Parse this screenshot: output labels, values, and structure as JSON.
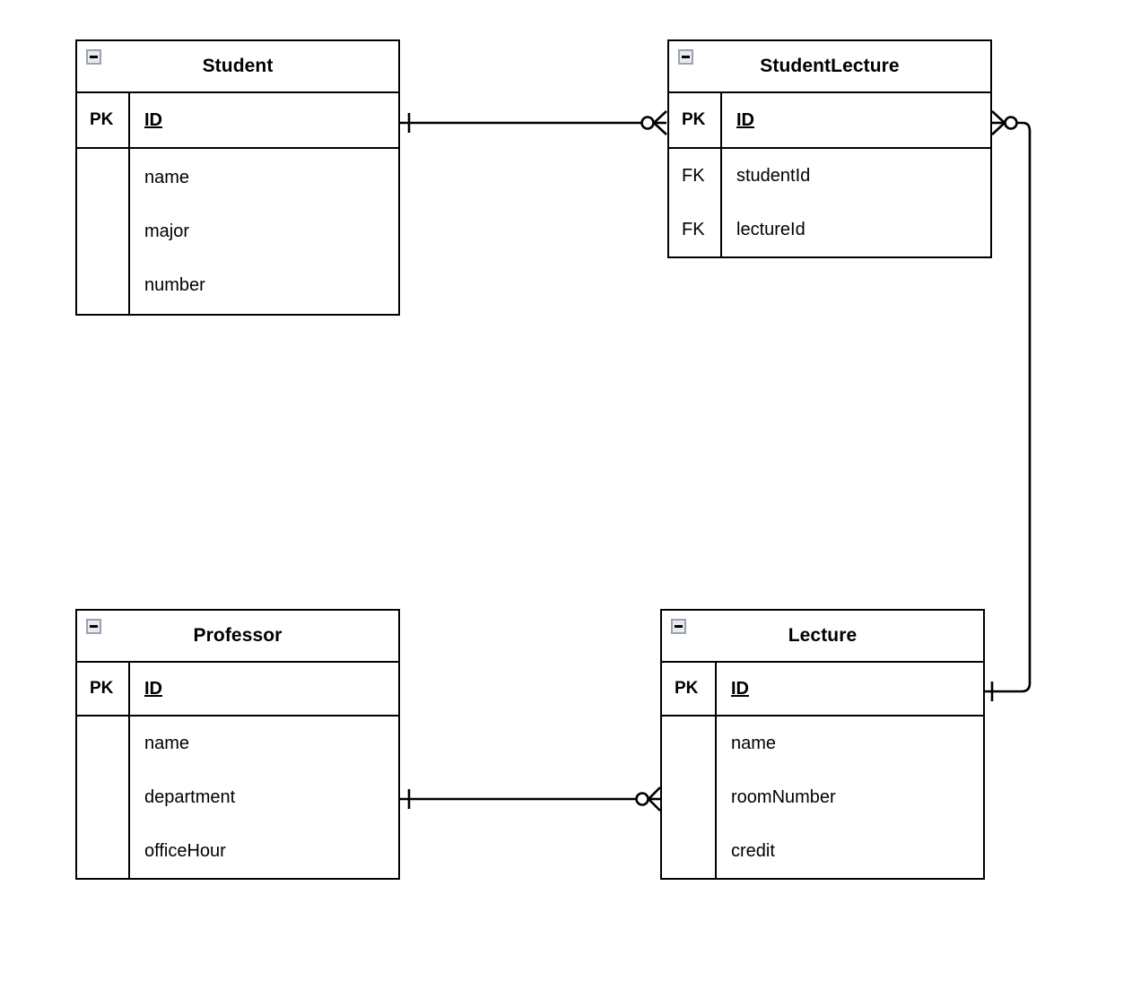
{
  "diagram": {
    "type": "entity-relationship-diagram",
    "notation": "crows-foot",
    "background": "#ffffff",
    "line_color": "#000000",
    "collapse_icon_name": "collapse-minus-icon"
  },
  "entities": [
    {
      "id": "student",
      "name": "Student",
      "collapse_icon": "collapse-minus-icon",
      "primary_key": {
        "key": "PK",
        "attribute": "ID"
      },
      "attributes": [
        {
          "key": "",
          "attribute": "name"
        },
        {
          "key": "",
          "attribute": "major"
        },
        {
          "key": "",
          "attribute": "number"
        }
      ]
    },
    {
      "id": "studentlecture",
      "name": "StudentLecture",
      "collapse_icon": "collapse-minus-icon",
      "primary_key": {
        "key": "PK",
        "attribute": "ID"
      },
      "attributes": [
        {
          "key": "FK",
          "attribute": "studentId"
        },
        {
          "key": "FK",
          "attribute": "lectureId"
        }
      ]
    },
    {
      "id": "professor",
      "name": "Professor",
      "collapse_icon": "collapse-minus-icon",
      "primary_key": {
        "key": "PK",
        "attribute": "ID"
      },
      "attributes": [
        {
          "key": "",
          "attribute": "name"
        },
        {
          "key": "",
          "attribute": "department"
        },
        {
          "key": "",
          "attribute": "officeHour"
        }
      ]
    },
    {
      "id": "lecture",
      "name": "Lecture",
      "collapse_icon": "collapse-minus-icon",
      "primary_key": {
        "key": "PK",
        "attribute": "ID"
      },
      "attributes": [
        {
          "key": "",
          "attribute": "name"
        },
        {
          "key": "",
          "attribute": "roomNumber"
        },
        {
          "key": "",
          "attribute": "credit"
        }
      ]
    }
  ],
  "relationships": [
    {
      "id": "student-studentlecture",
      "from": "Student",
      "from_attribute": "ID",
      "from_cardinality": "one",
      "to": "StudentLecture",
      "to_attribute": "ID",
      "to_cardinality": "zero-or-many",
      "label": ""
    },
    {
      "id": "studentlecture-lecture",
      "from": "StudentLecture",
      "from_attribute": "ID",
      "from_cardinality": "zero-or-many",
      "to": "Lecture",
      "to_attribute": "ID",
      "to_cardinality": "one",
      "label": ""
    },
    {
      "id": "professor-lecture",
      "from": "Professor",
      "from_attribute": "department",
      "from_cardinality": "one",
      "to": "Lecture",
      "to_attribute": "roomNumber",
      "to_cardinality": "zero-or-many",
      "label": ""
    }
  ]
}
